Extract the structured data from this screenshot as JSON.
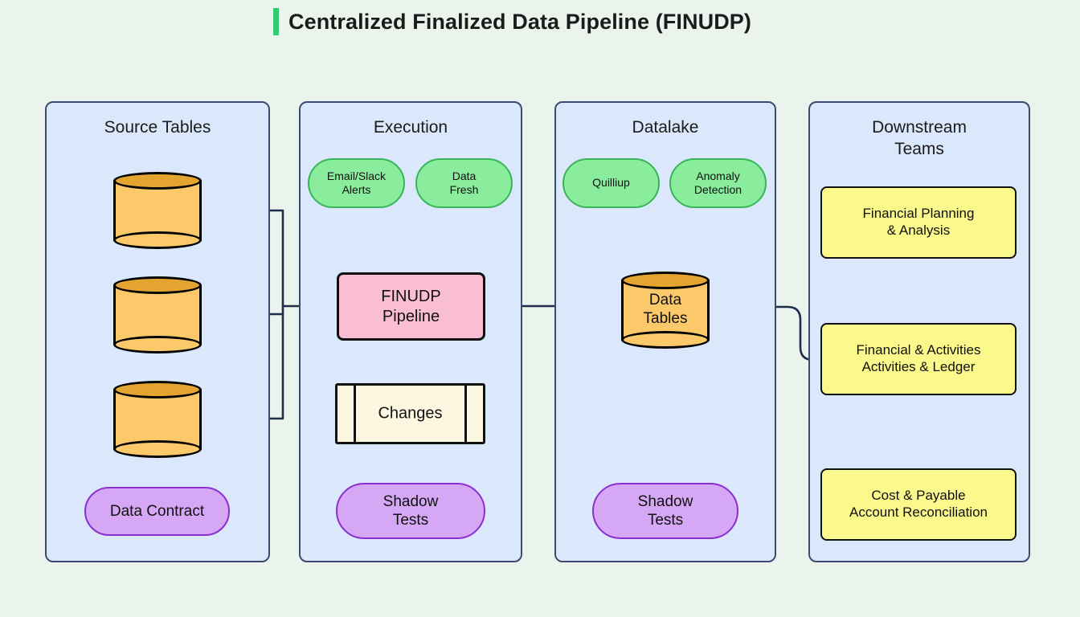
{
  "title": {
    "text": "Centralized Finalized Data Pipeline (FINUDP)",
    "accent_color": "#2ecc71"
  },
  "colors": {
    "background": "#eaf4ec",
    "lane_fill": "#dbe8fb",
    "lane_border": "#3c4a72",
    "connector": "#1f2d4d",
    "green_fill": "#8aec9d",
    "green_border": "#37b558",
    "purple_fill": "#d5a7f4",
    "purple_border": "#8d2ecf",
    "pink_fill": "#f9bed3",
    "yellow_fill": "#fbf88c",
    "cream_fill": "#fdf7e2",
    "cylinder_body": "#fbc96a",
    "cylinder_top": "#e3a430"
  },
  "lanes": [
    {
      "id": "source-tables",
      "title": "Source Tables",
      "cylinders": [
        {
          "label": ""
        },
        {
          "label": ""
        },
        {
          "label": ""
        }
      ],
      "nodes": [
        {
          "id": "data-contract",
          "label": "Data Contract",
          "shape": "pill",
          "color": "purple"
        }
      ]
    },
    {
      "id": "execution",
      "title": "Execution",
      "nodes": [
        {
          "id": "email-slack-alerts",
          "label": "Email/Slack\nAlerts",
          "shape": "pill",
          "color": "green"
        },
        {
          "id": "data-fresh",
          "label": "Data\nFresh",
          "shape": "pill",
          "color": "green"
        },
        {
          "id": "finudp-pipeline",
          "label": "FINUDP\nPipeline",
          "shape": "box",
          "color": "pink"
        },
        {
          "id": "changes",
          "label": "Changes",
          "shape": "predefined-process",
          "color": "cream"
        },
        {
          "id": "shadow-tests-execution",
          "label": "Shadow\nTests",
          "shape": "pill",
          "color": "purple"
        }
      ]
    },
    {
      "id": "datalake",
      "title": "Datalake",
      "nodes": [
        {
          "id": "quilliup",
          "label": "Quilliup",
          "shape": "pill",
          "color": "green"
        },
        {
          "id": "anomaly-detection",
          "label": "Anomaly\nDetection",
          "shape": "pill",
          "color": "green"
        },
        {
          "id": "data-tables",
          "label": "Data\nTables",
          "shape": "cylinder",
          "color": "orange"
        },
        {
          "id": "shadow-tests-datalake",
          "label": "Shadow\nTests",
          "shape": "pill",
          "color": "purple"
        }
      ]
    },
    {
      "id": "downstream-teams",
      "title": "Downstream\nTeams",
      "nodes": [
        {
          "id": "financial-planning-analysis",
          "label": "Financial Planning\n& Analysis",
          "shape": "box",
          "color": "yellow"
        },
        {
          "id": "financial-activities-ledger",
          "label": "Financial & Activities\nActivities & Ledger",
          "shape": "box",
          "color": "yellow"
        },
        {
          "id": "cost-payable-account-reconciliation",
          "label": "Cost & Payable\nAccount Reconciliation",
          "shape": "box",
          "color": "yellow"
        }
      ]
    }
  ],
  "labels": {
    "lane_source_tables": "Source Tables",
    "lane_execution": "Execution",
    "lane_datalake": "Datalake",
    "lane_downstream": "Downstream\nTeams",
    "data_contract": "Data Contract",
    "email_slack_alerts": "Email/Slack\nAlerts",
    "data_fresh": "Data\nFresh",
    "finudp_pipeline": "FINUDP\nPipeline",
    "changes": "Changes",
    "shadow_tests_execution": "Shadow\nTests",
    "quilliup": "Quilliup",
    "anomaly_detection": "Anomaly\nDetection",
    "data_tables": "Data\nTables",
    "shadow_tests_datalake": "Shadow\nTests",
    "financial_planning_analysis": "Financial Planning\n& Analysis",
    "financial_activities_ledger": "Financial & Activities\nActivities & Ledger",
    "cost_payable_reconciliation": "Cost & Payable\nAccount Reconciliation"
  }
}
